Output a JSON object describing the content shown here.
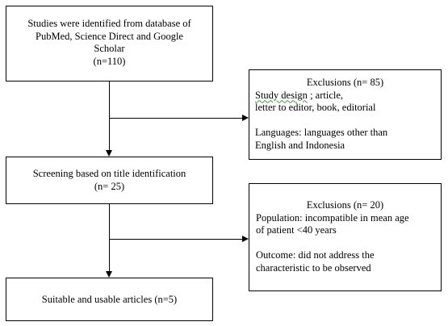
{
  "identification": {
    "line1": "Studies were identified from database of",
    "line2": "PubMed, Science Direct and Google",
    "line3": "Scholar",
    "count": "(n=110)"
  },
  "exclusions1": {
    "title": "Exclusions  (n= 85)",
    "study_design_label": "Study design",
    "study_design_rest": " ; article,",
    "line2": "letter to editor, book, editorial",
    "languages_line1": "Languages: languages other than",
    "languages_line2": "English and Indonesia"
  },
  "screening": {
    "line1": "Screening based on title identification",
    "count": "(n= 25)"
  },
  "exclusions2": {
    "title": "Exclusions  (n= 20)",
    "population_line1": "Population:  incompatible in mean age",
    "population_line2": "of patient <40 years",
    "outcome_line1": "Outcome:  did not address the",
    "outcome_line2": "characteristic  to be observed"
  },
  "final": {
    "label": "Suitable and usable articles (n=5)"
  }
}
